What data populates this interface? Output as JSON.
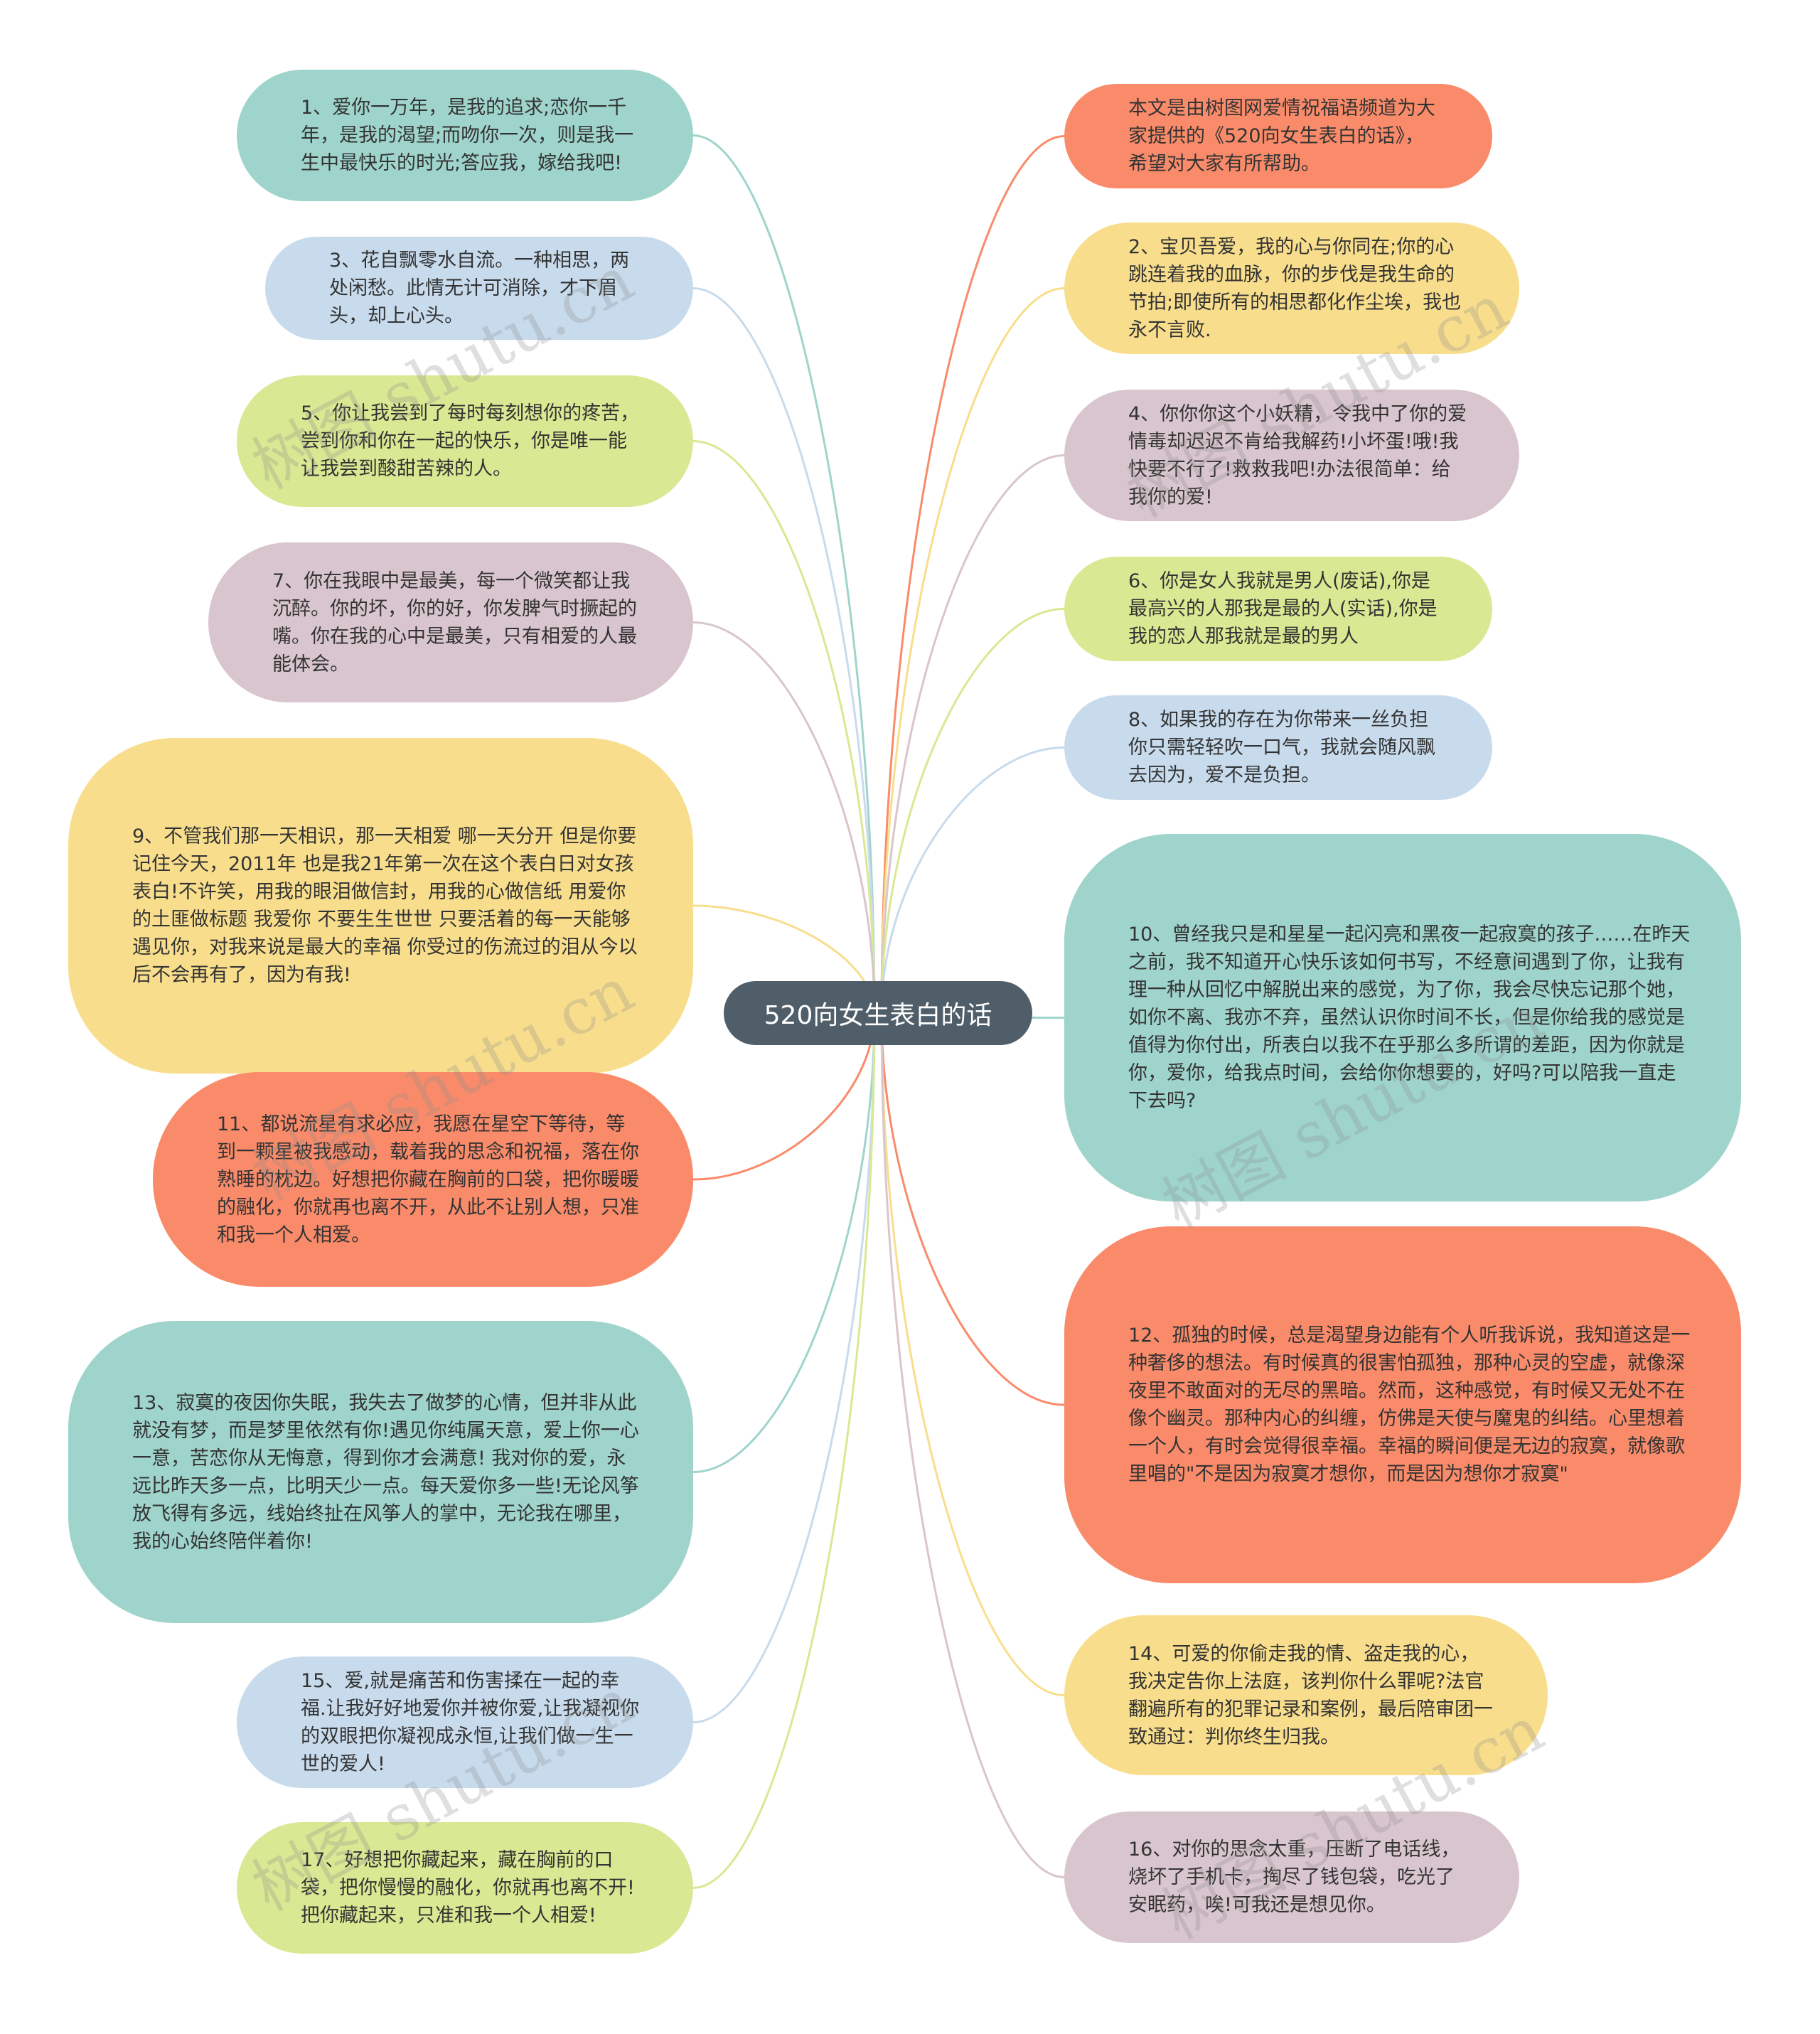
{
  "center": {
    "label": "520向女生表白的话"
  },
  "colors": {
    "teal": "#9fd4cc",
    "blue": "#c8dbed",
    "green": "#d9e892",
    "mauve": "#d9c5ce",
    "yellow": "#f8de8c",
    "orange": "#f98b6a",
    "center": "#4f5e69"
  },
  "watermark": "树图 shutu.cn",
  "nodes": [
    {
      "text": "1、爱你一万年，是我的追求;恋你一千年，是我的渴望;而吻你一次，则是我一生中最快乐的时光;答应我，嫁给我吧!",
      "color": "teal"
    },
    {
      "text": "3、花自飘零水自流。一种相思，两处闲愁。此情无计可消除，才下眉头，却上心头。",
      "color": "blue"
    },
    {
      "text": "5、你让我尝到了每时每刻想你的疼苦，尝到你和你在一起的快乐，你是唯一能让我尝到酸甜苦辣的人。",
      "color": "green"
    },
    {
      "text": "7、你在我眼中是最美，每一个微笑都让我沉醉。你的坏，你的好，你发脾气时撅起的嘴。你在我的心中是最美，只有相爱的人最能体会。",
      "color": "mauve"
    },
    {
      "text": "9、不管我们那一天相识，那一天相爱 哪一天分开 但是你要记住今天，2011年 也是我21年第一次在这个表白日对女孩表白!不许笑，用我的眼泪做信封，用我的心做信纸 用爱你的土匪做标题 我爱你 不要生生世世 只要活着的每一天能够遇见你，对我来说是最大的幸福 你受过的伤流过的泪从今以后不会再有了，因为有我!",
      "color": "yellow"
    },
    {
      "text": "11、都说流星有求必应，我愿在星空下等待，等到一颗星被我感动，载着我的思念和祝福，落在你熟睡的枕边。好想把你藏在胸前的口袋，把你暖暖的融化，你就再也离不开，从此不让别人想，只准和我一个人相爱。",
      "color": "orange"
    },
    {
      "text": "13、寂寞的夜因你失眠，我失去了做梦的心情，但并非从此就没有梦，而是梦里依然有你!遇见你纯属天意，爱上你一心一意，苦恋你从无悔意，得到你才会满意! 我对你的爱，永远比昨天多一点，比明天少一点。每天爱你多一些!无论风筝放飞得有多远，线始终扯在风筝人的掌中，无论我在哪里，我的心始终陪伴着你!",
      "color": "teal"
    },
    {
      "text": "15、爱,就是痛苦和伤害揉在一起的幸福.让我好好地爱你并被你爱,让我凝视你的双眼把你凝视成永恒,让我们做一生一世的爱人!",
      "color": "blue"
    },
    {
      "text": "17、好想把你藏起来，藏在胸前的口袋，把你慢慢的融化，你就再也离不开!把你藏起来，只准和我一个人相爱!",
      "color": "green"
    },
    {
      "text": "本文是由树图网爱情祝福语频道为大家提供的《520向女生表白的话》，希望对大家有所帮助。",
      "color": "orange"
    },
    {
      "text": "2、宝贝吾爱，我的心与你同在;你的心跳连着我的血脉，你的步伐是我生命的节拍;即使所有的相思都化作尘埃，我也永不言败.",
      "color": "yellow"
    },
    {
      "text": "4、你你你这个小妖精，令我中了你的爱情毒却迟迟不肯给我解药!小坏蛋!哦!我快要不行了!救救我吧!办法很简单：给我你的爱!",
      "color": "mauve"
    },
    {
      "text": "6、你是女人我就是男人(废话),你是最高兴的人那我是最的人(实话),你是我的恋人那我就是最的男人",
      "color": "green"
    },
    {
      "text": "8、如果我的存在为你带来一丝负担你只需轻轻吹一口气，我就会随风飘去因为，爱不是负担。",
      "color": "blue"
    },
    {
      "text": "10、曾经我只是和星星一起闪亮和黑夜一起寂寞的孩子……在昨天之前，我不知道开心快乐该如何书写，不经意间遇到了你，让我有理一种从回忆中解脱出来的感觉，为了你，我会尽快忘记那个她，如你不离、我亦不弃，虽然认识你时间不长，但是你给我的感觉是值得为你付出，所表白以我不在乎那么多所谓的差距，因为你就是你，爱你，给我点时间，会给你你想要的，好吗?可以陪我一直走下去吗?",
      "color": "teal"
    },
    {
      "text": "12、孤独的时候，总是渴望身边能有个人听我诉说，我知道这是一种奢侈的想法。有时候真的很害怕孤独，那种心灵的空虚，就像深夜里不敢面对的无尽的黑暗。然而，这种感觉，有时候又无处不在像个幽灵。那种内心的纠缠，仿佛是天使与魔鬼的纠结。心里想着一个人，有时会觉得很幸福。幸福的瞬间便是无边的寂寞，就像歌里唱的\"不是因为寂寞才想你，而是因为想你才寂寞\"",
      "color": "orange"
    },
    {
      "text": "14、可爱的你偷走我的情、盗走我的心，我决定告你上法庭，该判你什么罪呢?法官翻遍所有的犯罪记录和案例，最后陪审团一致通过：判你终生归我。",
      "color": "yellow"
    },
    {
      "text": "16、对你的思念太重，压断了电话线，烧坏了手机卡，掏尽了钱包袋，吃光了安眠药，唉!可我还是想见你。",
      "color": "mauve"
    }
  ]
}
